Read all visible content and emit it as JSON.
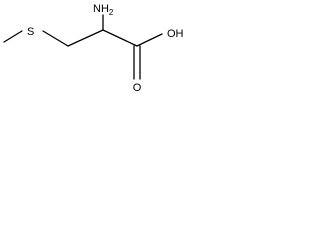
{
  "molecule": {
    "atoms": {
      "amine": {
        "element": "N",
        "hydrogen": "H",
        "hcount": "2"
      },
      "sulfur": {
        "label": "S"
      },
      "hydroxyl": {
        "label": "OH"
      },
      "carbonyl_oxygen": {
        "label": "O"
      }
    }
  }
}
